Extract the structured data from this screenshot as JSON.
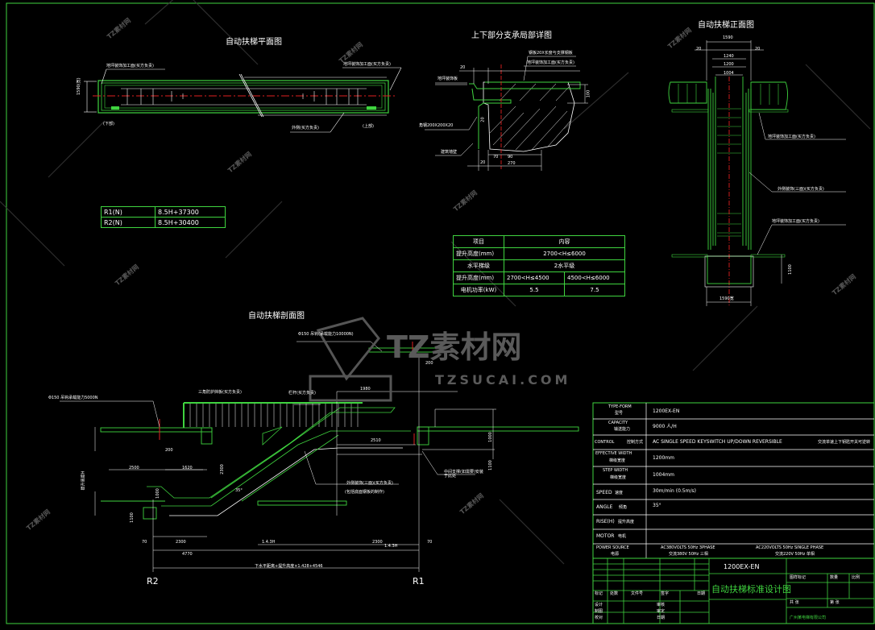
{
  "drawing": {
    "colors": {
      "background": "#000000",
      "frame": "#3fd43f",
      "lines": "#ffffff",
      "structure": "#3fd43f",
      "centerline": "#e02020",
      "watermark": "#5a5a5a"
    },
    "plan_view": {
      "title": "自动扶梯平面图",
      "label_left_finish": "地坪装饰加工面(买方负责)",
      "label_right_finish": "地坪装饰加工面(买方负责)",
      "label_side": "外侧(买方负责)",
      "label_lower": "(下部)",
      "label_upper": "(上部)",
      "dim_width": "1590(宽)"
    },
    "support_detail": {
      "title": "上下部分支承局部详图",
      "label_bolt": "钢板20X长度与支撑钢板",
      "label_finish": "地坪装饰加工面(买方负责)",
      "label_floor": "地坪装饰板",
      "label_angle": "角钢200X200X20",
      "label_wall": "建筑墙壁",
      "dims": [
        "20",
        "20",
        "70",
        "90",
        "270",
        "20",
        "100"
      ]
    },
    "front_view": {
      "title": "自动扶梯正面图",
      "dims": [
        "1590",
        "20",
        "20",
        "1240",
        "1200",
        "1004"
      ],
      "label_finish_top": "地坪装饰加工面(买方负责)",
      "label_outer": "外侧装饰(三面)(买方负责)",
      "label_finish_bottom": "地坪装饰加工面(买方负责)",
      "dim_pit": "1100",
      "dim_pit_width": "1590宽"
    },
    "reaction_table": {
      "rows": [
        {
          "key": "R1(N)",
          "value": "8.5H+37300"
        },
        {
          "key": "R2(N)",
          "value": "8.5H+30400"
        }
      ]
    },
    "spec_table": {
      "header": [
        "项目",
        "内容"
      ],
      "rows": [
        {
          "label": "提升高度(mm)",
          "values": [
            "2700<H≤6000"
          ]
        },
        {
          "label": "水平梯级",
          "values": [
            "2水平级"
          ]
        },
        {
          "label": "提升高度(mm)",
          "values": [
            "2700<H≤4500",
            "4500<H≤6000"
          ]
        },
        {
          "label": "电机功率(kW)",
          "values": [
            "5.5",
            "7.5"
          ]
        }
      ]
    },
    "section_view": {
      "title": "自动扶梯剖面图",
      "label_hook_upper": "Φ150 吊钩(承载能力10000N)",
      "label_hook_lower": "Φ150 吊钩承载能力5000N",
      "label_rail": "三角防护挡板(买方负责)",
      "label_fence": "栏杆(买方负责)",
      "label_outer": "外侧装饰(三面)(买方负责)",
      "label_outer2": "(包括底面钢板的制作)",
      "label_pit_note": "中间支撑(如需要)安装于此处",
      "label_angle": "35°",
      "label_r1": "R1",
      "label_r2": "R2",
      "label_total": "下水平距离+提升高度×1.428+4546",
      "dims": [
        "200",
        "2500",
        "1620",
        "2300",
        "1000",
        "1100",
        "70",
        "2300",
        "1.4.3H",
        "2300",
        "70",
        "1980",
        "2510",
        "200",
        "1000",
        "1100",
        "1.4.3H",
        "4770",
        "提升高度H"
      ]
    },
    "title_block": {
      "type_form_label_en": "TYPE-FORM",
      "type_form_label_cn": "型号",
      "type_form_value": "1200EX-EN",
      "capacity_label_en": "CAPACITY",
      "capacity_label_cn": "输送能力",
      "capacity_value": "9000  人/H",
      "control_label_en": "CONTROL",
      "control_label_cn": "控制方式",
      "control_value": "AC SINGLE SPEED KEYSWITCH UP/DOWN REVERSIBLE",
      "control_value_cn": "交流单速上下钥匙开关可逆转",
      "effective_width_label_en": "EFFECTIVE WIDTH",
      "effective_width_label_cn": "梯级宽度",
      "effective_width_value": "1200mm",
      "step_width_label_en": "STEP WIDTH",
      "step_width_label_cn": "梯级宽度",
      "step_width_value": "1004mm",
      "speed_label_en": "SPEED",
      "speed_label_cn": "速度",
      "speed_value": "30m/min   (0.5m/s)",
      "angle_label_en": "ANGLE",
      "angle_label_cn": "倾角",
      "angle_value": "35°",
      "rise_label_en": "RISE(H)",
      "rise_label_cn": "提升高度",
      "rise_value": "",
      "motor_label_en": "MOTOR",
      "motor_label_cn": "电机",
      "motor_value": "",
      "power_label_en": "POWER SOURCE",
      "power_label_cn": "电源",
      "power_value_1_en": "AC380VOLTS 50Hz 3PHASE",
      "power_value_1_cn": "交流380V 50Hz 三相",
      "power_value_2_en": "AC220VOLTS 50Hz SINGLE PHASE",
      "power_value_2_cn": "交流220V 50Hz 单相",
      "model": "1200EX-EN",
      "drawing_title": "自动扶梯标准设计图",
      "revision_headers": [
        "标记",
        "处数",
        "文件号",
        "签字",
        "日期"
      ],
      "sign_rows": [
        [
          "设计",
          "审核"
        ],
        [
          "制图",
          "审定"
        ],
        [
          "校对",
          "日期"
        ]
      ],
      "right_headers": [
        "图样标记",
        "数量",
        "比例"
      ],
      "sheet_labels": [
        "共  张",
        "第  张"
      ],
      "company_mark": "广州某电梯有限公司"
    },
    "watermark": {
      "brand_cn": "TZ素材网",
      "brand_en": "TZSUCAI.COM",
      "tile_text": "TZ素材网"
    }
  }
}
